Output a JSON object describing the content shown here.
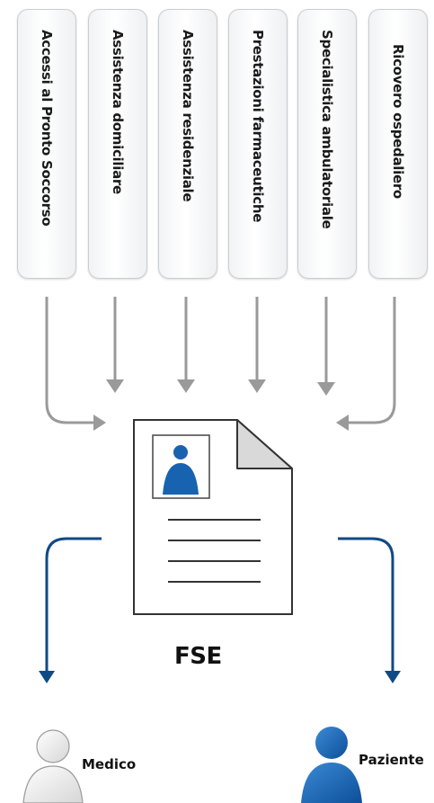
{
  "sources": [
    {
      "label": "Accessi al Pronto Soccorso"
    },
    {
      "label": "Assistenza domiciliare"
    },
    {
      "label": "Assistenza residenziale"
    },
    {
      "label": "Prestazioni farmaceutiche"
    },
    {
      "label": "Specialistica ambulatoriale"
    },
    {
      "label": "Ricovero ospedaliero"
    }
  ],
  "document": {
    "label": "FSE"
  },
  "recipients": {
    "medico": "Medico",
    "paziente": "Paziente"
  },
  "colors": {
    "arrow_in": "#9a9a9a",
    "arrow_out": "#0f4a86",
    "paziente_figure": "#1763b0",
    "medico_figure": "#f0f0f0"
  }
}
